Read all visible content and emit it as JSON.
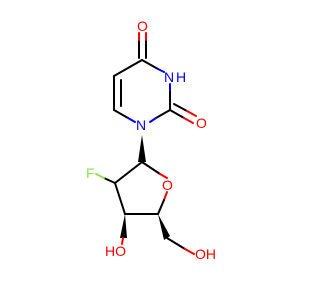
{
  "atoms": {
    "o_top": "O",
    "nh": "N",
    "nh_h": "H",
    "o_right": "O",
    "n1": "N",
    "f": "F",
    "o_ring": "O",
    "ho_left": "HO",
    "oh_right": "OH"
  },
  "colors": {
    "oxygen": "#ff0000",
    "nitrogen": "#0000ff",
    "fluorine": "#90e050",
    "carbon": "#000000"
  }
}
